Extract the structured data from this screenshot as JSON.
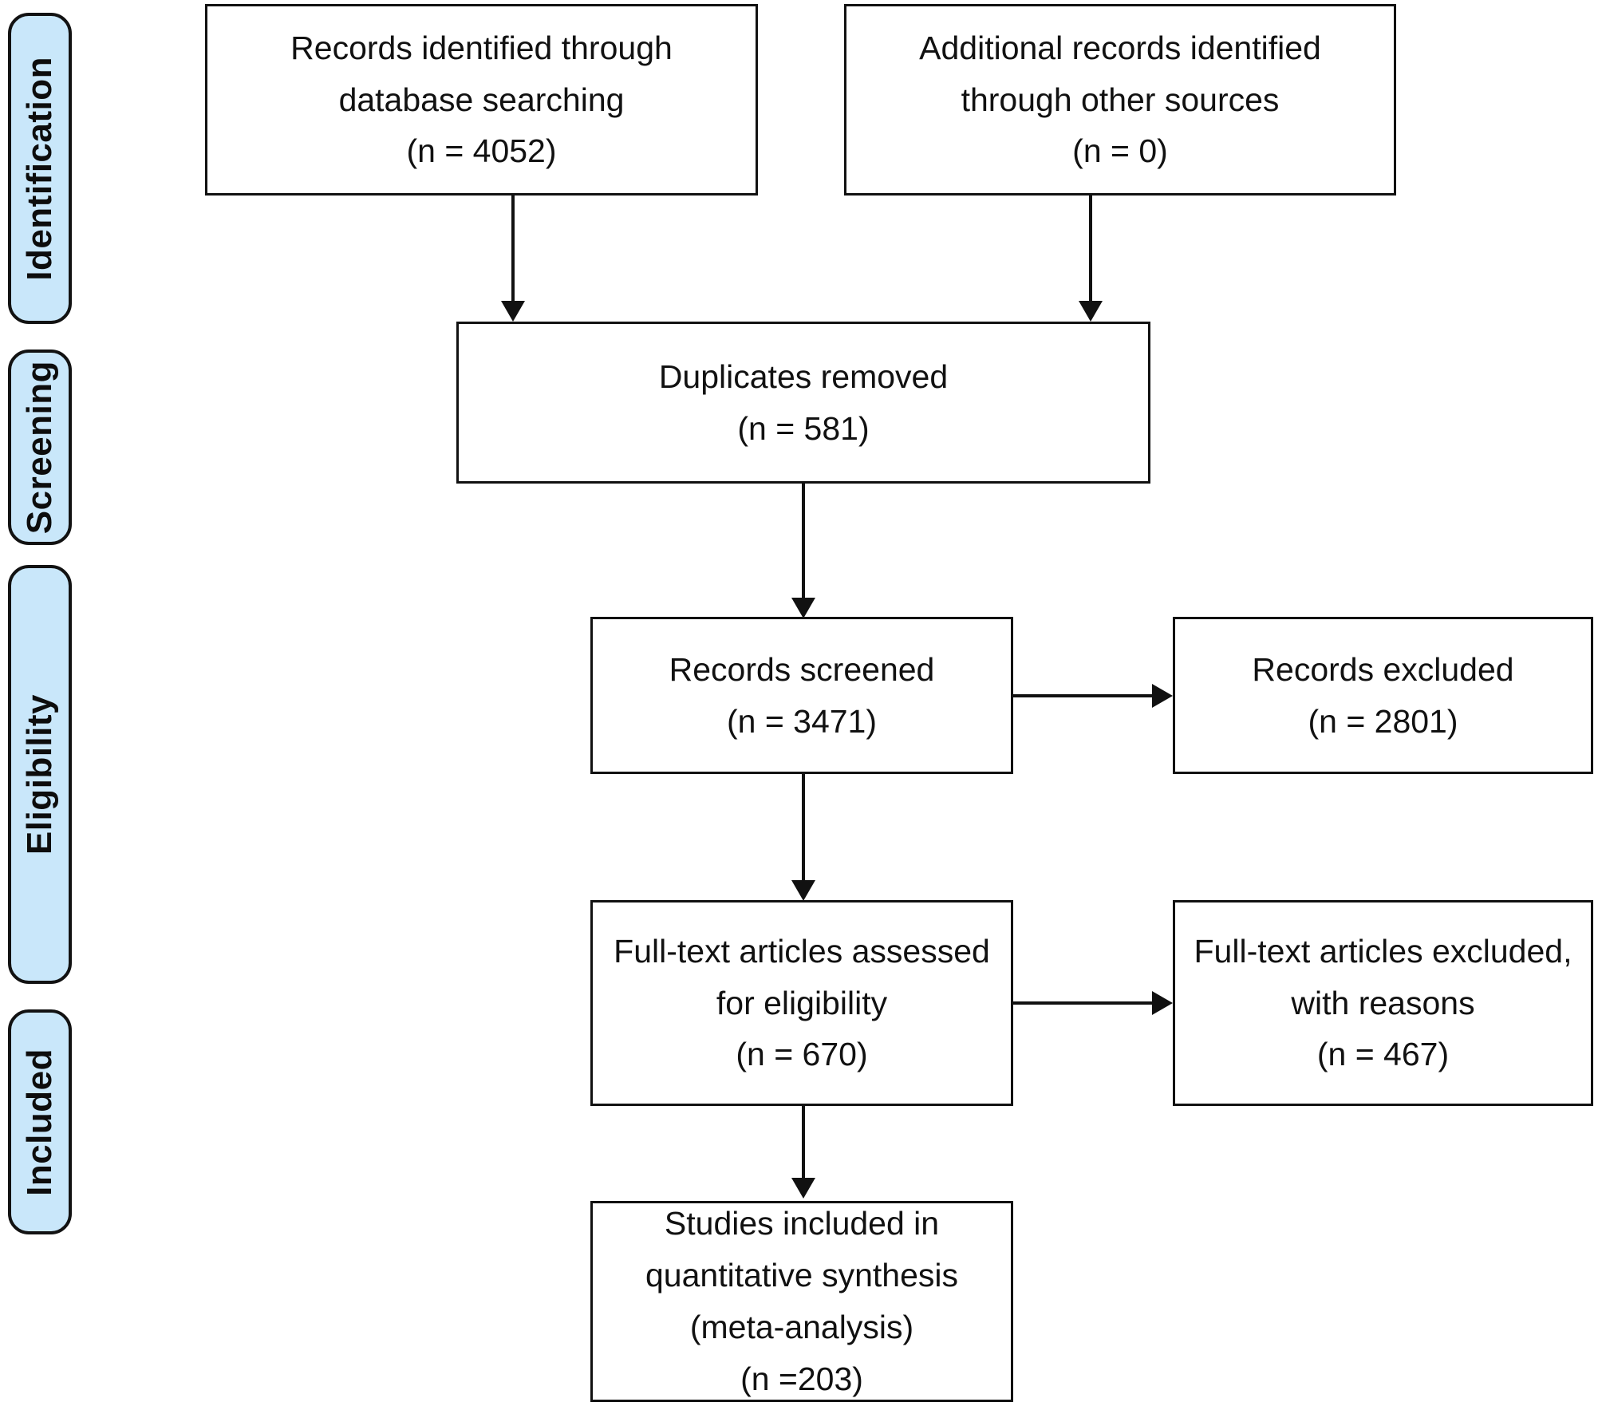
{
  "diagram": {
    "type": "prisma-flow-diagram",
    "accent_color": "#c9e7fa",
    "line_color": "#111111",
    "stages": [
      {
        "label": "Identification"
      },
      {
        "label": "Screening"
      },
      {
        "label": "Eligibility"
      },
      {
        "label": "Included"
      }
    ],
    "boxes": {
      "records_identified_database": {
        "lines": [
          "Records identified through",
          "database searching",
          "(n = 4052)"
        ]
      },
      "additional_records_other": {
        "lines": [
          "Additional records identified",
          "through other sources",
          "(n = 0)"
        ]
      },
      "duplicates_removed": {
        "lines": [
          "Duplicates removed",
          "(n = 581)"
        ]
      },
      "records_screened": {
        "lines": [
          "Records screened",
          "(n = 3471)"
        ]
      },
      "records_excluded": {
        "lines": [
          "Records excluded",
          "(n = 2801)"
        ]
      },
      "fulltext_assessed": {
        "lines": [
          "Full-text articles assessed",
          "for eligibility",
          "(n = 670)"
        ]
      },
      "fulltext_excluded": {
        "lines": [
          "Full-text articles excluded,",
          "with reasons",
          "(n = 467)"
        ]
      },
      "studies_included": {
        "lines": [
          "Studies included in",
          "quantitative synthesis",
          "(meta-analysis)",
          "(n =203)"
        ]
      }
    }
  }
}
